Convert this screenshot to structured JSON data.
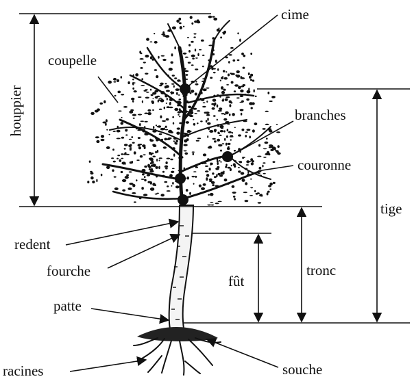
{
  "labels": {
    "cime": "cime",
    "coupelle": "coupelle",
    "houppier": "houppier",
    "branches": "branches",
    "couronne": "couronne",
    "tige": "tige",
    "redent": "redent",
    "fourche": "fourche",
    "fut": "fût",
    "tronc": "tronc",
    "patte": "patte",
    "racines": "racines",
    "souche": "souche"
  }
}
